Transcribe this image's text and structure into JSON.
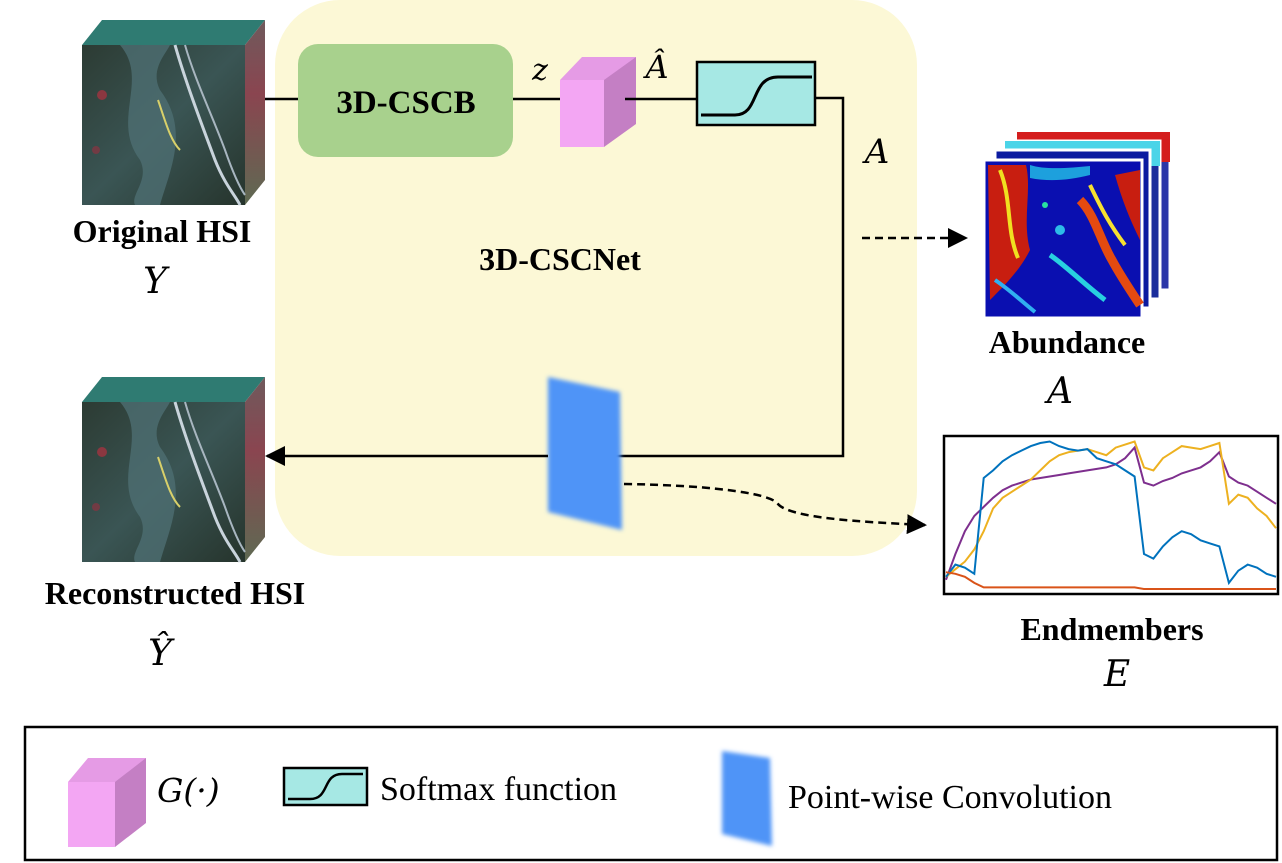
{
  "original_hsi": {
    "label": "Original HSI",
    "symbol": "Y"
  },
  "reconstructed_hsi": {
    "label": "Reconstructed HSI",
    "symbol": "Ŷ"
  },
  "network": {
    "name": "3D-CSCNet",
    "block_label": "3D-CSCB"
  },
  "symbols": {
    "z": "z",
    "a_hat": "Â",
    "a": "A"
  },
  "abundance": {
    "label": "Abundance",
    "symbol": "A"
  },
  "endmembers": {
    "label": "Endmembers",
    "symbol": "E"
  },
  "legend": {
    "g_label": "G(·)",
    "softmax_label": "Softmax function",
    "pointwise_label": "Point-wise Convolution"
  },
  "colors": {
    "network_bg": "#fcf8d6",
    "cscb_block": "#a8d18d",
    "g_cube_front": "#f3a6f3",
    "g_cube_side": "#c47fc4",
    "softmax_fill": "#a6e8e4",
    "pointwise_conv": "#4f94f7",
    "hsi_top": "#2f7b72",
    "series_purple": "#7e2f8e",
    "series_yellow": "#edb120",
    "series_blue": "#0072bd",
    "series_orange": "#d95319"
  },
  "endmember_spectra": [
    {
      "color": "#7e2f8e",
      "values": [
        0.08,
        0.25,
        0.4,
        0.5,
        0.56,
        0.62,
        0.67,
        0.7,
        0.72,
        0.74,
        0.75,
        0.76,
        0.77,
        0.78,
        0.79,
        0.8,
        0.81,
        0.82,
        0.84,
        0.88,
        0.95,
        0.72,
        0.7,
        0.73,
        0.75,
        0.78,
        0.8,
        0.82,
        0.86,
        0.92,
        0.76,
        0.72,
        0.7,
        0.66,
        0.62,
        0.58
      ]
    },
    {
      "color": "#edb120",
      "values": [
        0.1,
        0.15,
        0.2,
        0.28,
        0.4,
        0.55,
        0.62,
        0.66,
        0.7,
        0.74,
        0.8,
        0.86,
        0.9,
        0.92,
        0.93,
        0.94,
        0.92,
        0.9,
        0.95,
        0.97,
        0.99,
        0.82,
        0.8,
        0.88,
        0.92,
        0.96,
        0.95,
        0.94,
        0.96,
        0.98,
        0.58,
        0.64,
        0.62,
        0.55,
        0.5,
        0.42
      ]
    },
    {
      "color": "#0072bd",
      "values": [
        0.1,
        0.18,
        0.16,
        0.12,
        0.75,
        0.8,
        0.86,
        0.9,
        0.93,
        0.96,
        0.98,
        0.99,
        0.96,
        0.94,
        0.93,
        0.94,
        0.88,
        0.86,
        0.84,
        0.8,
        0.76,
        0.25,
        0.22,
        0.3,
        0.36,
        0.4,
        0.38,
        0.34,
        0.32,
        0.3,
        0.06,
        0.14,
        0.18,
        0.16,
        0.12,
        0.1
      ]
    },
    {
      "color": "#d95319",
      "values": [
        0.13,
        0.12,
        0.1,
        0.06,
        0.03,
        0.03,
        0.03,
        0.03,
        0.03,
        0.03,
        0.03,
        0.03,
        0.03,
        0.03,
        0.03,
        0.03,
        0.03,
        0.03,
        0.03,
        0.03,
        0.03,
        0.02,
        0.02,
        0.02,
        0.02,
        0.02,
        0.02,
        0.02,
        0.02,
        0.02,
        0.02,
        0.02,
        0.02,
        0.02,
        0.02,
        0.02
      ]
    }
  ]
}
